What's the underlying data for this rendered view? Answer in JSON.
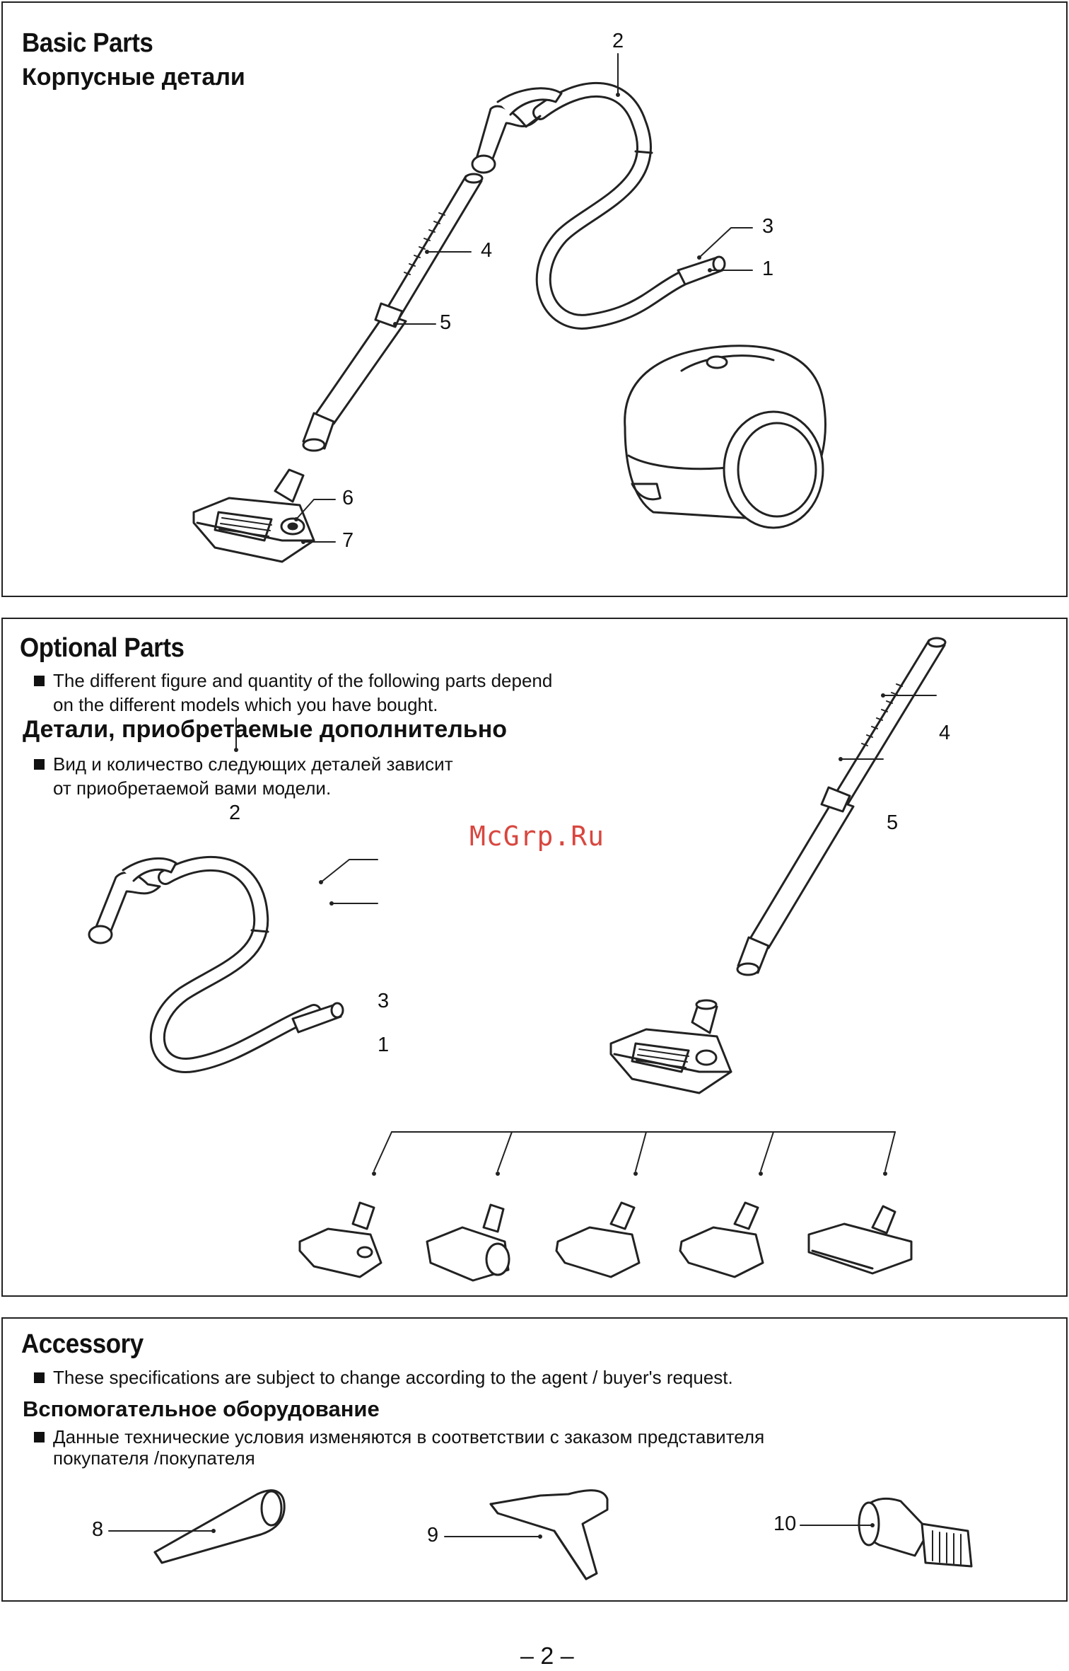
{
  "basic": {
    "title_en": "Basic Parts",
    "title_ru": "Корпусные детали",
    "callouts": [
      "1",
      "2",
      "3",
      "4",
      "5",
      "6",
      "7"
    ]
  },
  "optional": {
    "title_en": "Optional Parts",
    "bullet_en_line1": "The different figure and quantity of the following parts depend",
    "bullet_en_line2": "on the different models which you have bought.",
    "title_ru": "Детали, приобретаемые дополнительно",
    "bullet_ru_line1": "Вид и количество следующих деталей зависит",
    "bullet_ru_line2": "от приобретаемой вами модели.",
    "callouts": [
      "1",
      "2",
      "3",
      "4",
      "5"
    ]
  },
  "watermark": "McGrp.Ru",
  "accessory": {
    "title_en": "Accessory",
    "bullet_en": "These specifications are subject to change according to the agent / buyer's request.",
    "title_ru": "Вспомогательное оборудование",
    "bullet_ru_line1": "Данные технические условия изменяются в соответствии с заказом представителя",
    "bullet_ru_line2": "покупателя /покупателя",
    "callouts": [
      "8",
      "9",
      "10"
    ]
  },
  "page_number": "– 2 –",
  "icons": [
    "canister-vacuum-icon",
    "hose-icon",
    "wand-icon",
    "floor-nozzle-icon",
    "crevice-tool-icon",
    "upholstery-tool-icon",
    "dusting-brush-icon"
  ]
}
